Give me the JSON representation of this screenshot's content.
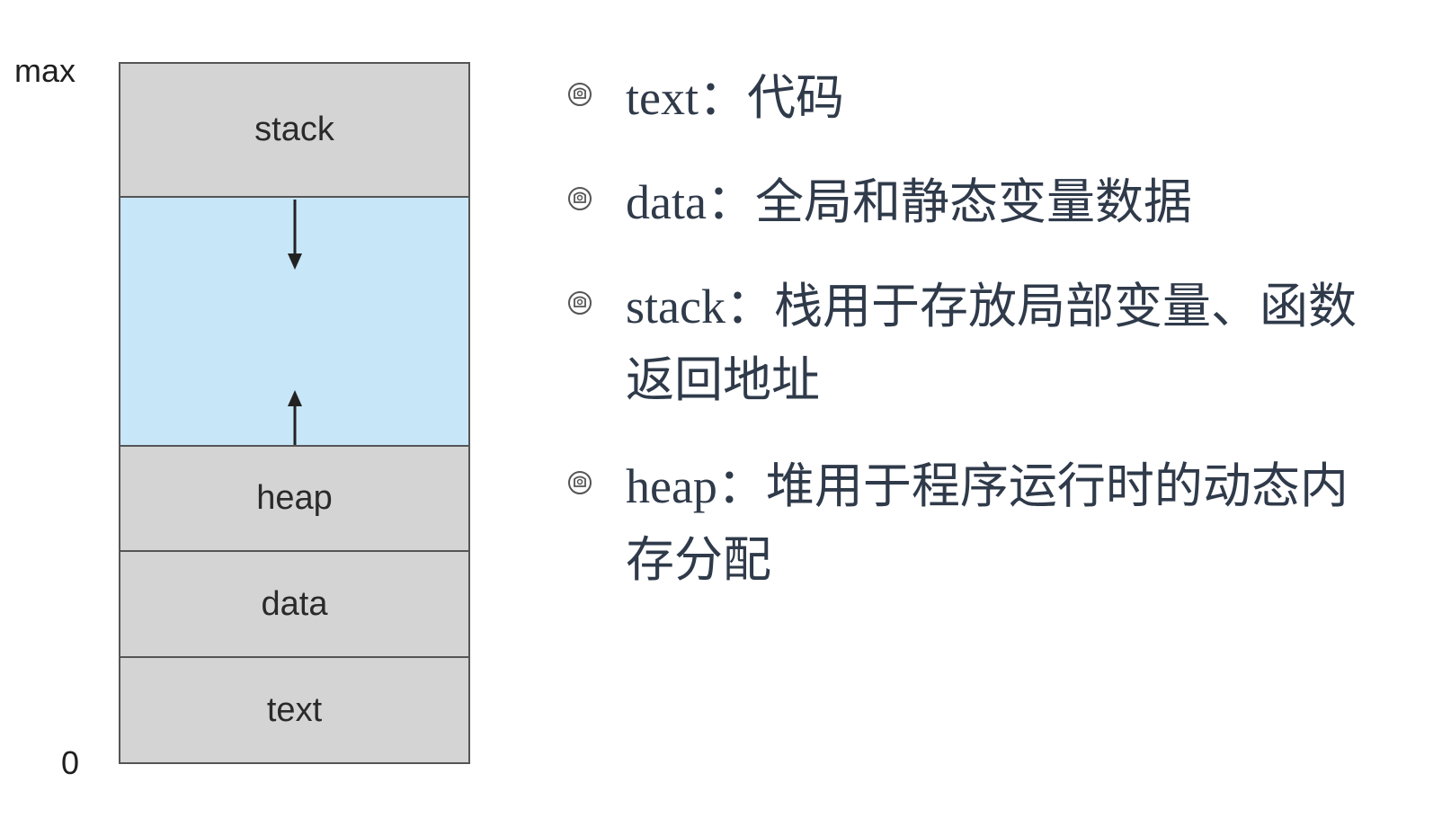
{
  "diagram": {
    "axis": {
      "max_label": "max",
      "zero_label": "0"
    },
    "segments": {
      "stack": "stack",
      "free": "",
      "heap": "heap",
      "data": "data",
      "text": "text"
    },
    "colors": {
      "segment_fill": "#d4d4d4",
      "free_fill": "#c7e6f8",
      "border": "#555555"
    }
  },
  "bullets": {
    "icon": "bullet-icon",
    "items": [
      {
        "text": "text：代码"
      },
      {
        "text": "data：全局和静态变量数据"
      },
      {
        "text": "stack：栈用于存放局部变量、函数返回地址"
      },
      {
        "text": "heap：堆用于程序运行时的动态内存分配"
      }
    ]
  }
}
